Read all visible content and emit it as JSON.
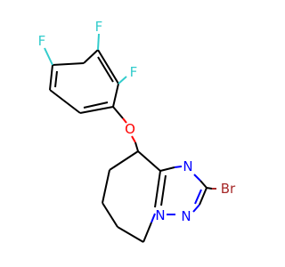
{
  "colors": {
    "background": "#ffffff",
    "carbon_bond": "#000000",
    "nitrogen": "#0000ff",
    "oxygen": "#ff0000",
    "fluorine": "#33cccc",
    "bromine": "#a62929"
  },
  "atoms": {
    "f_top": "F",
    "f_left": "F",
    "f_right": "F",
    "oxygen": "O",
    "n_upper": "N",
    "n_lower_left": "N",
    "n_lower_right": "N",
    "bromine": "Br"
  }
}
